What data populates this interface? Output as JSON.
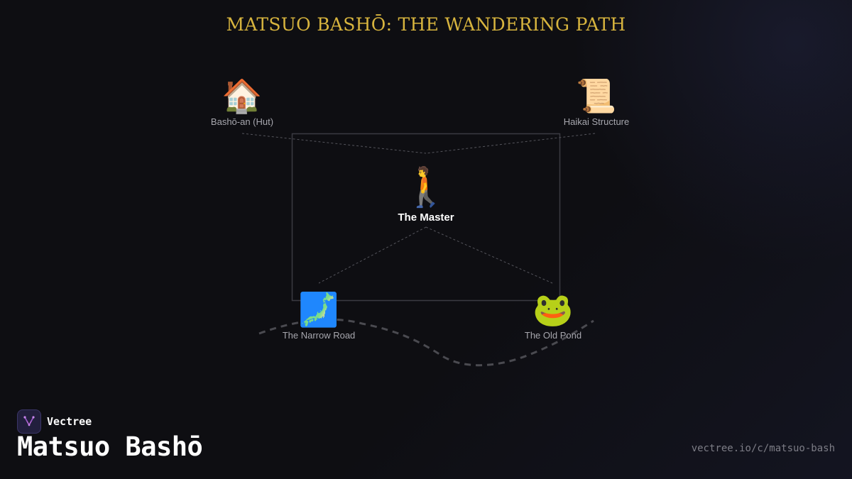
{
  "page": {
    "title": "MATSUO BASHŌ: THE WANDERING PATH"
  },
  "diagram": {
    "center": {
      "emoji": "🚶",
      "label": "The Master"
    },
    "nodes": [
      {
        "id": "hut",
        "emoji": "🏠",
        "label": "Bashō-an (Hut)"
      },
      {
        "id": "haikai",
        "emoji": "📜",
        "label": "Haikai Structure"
      },
      {
        "id": "road",
        "emoji": "🗾",
        "label": "The Narrow Road"
      },
      {
        "id": "pond",
        "emoji": "🐸",
        "label": "The Old Pond"
      }
    ]
  },
  "footer": {
    "brand": "Vectree",
    "brand_icon": "vectree-logo-icon",
    "title": "Matsuo Bashō",
    "url": "vectree.io/c/matsuo-bash"
  },
  "colors": {
    "background": "#0e0e12",
    "title": "#d7b43e",
    "label": "#a7a7ae",
    "accent": "#b86ad8"
  }
}
